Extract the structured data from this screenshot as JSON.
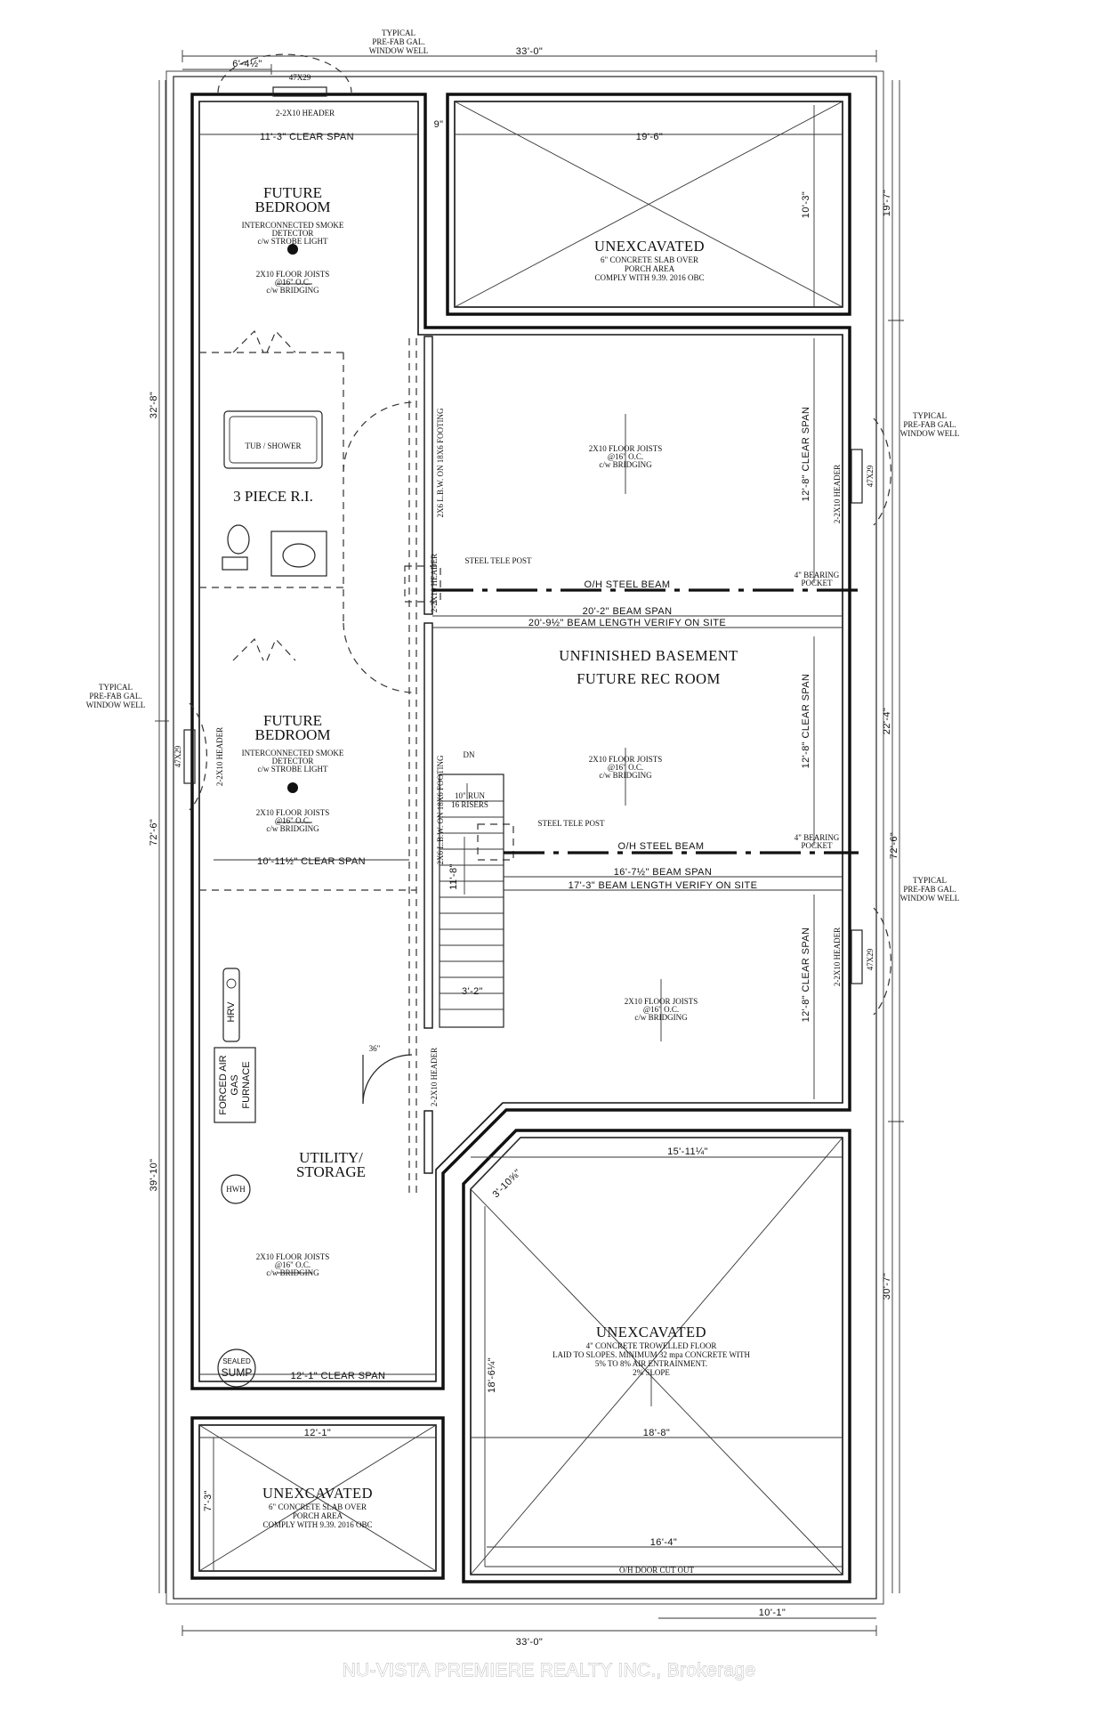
{
  "watermark": "NU-VISTA PREMIERE REALTY INC., Brokerage",
  "window_well": {
    "l1": "TYPICAL",
    "l2": "PRE-FAB GAL.",
    "l3": "WINDOW WELL"
  },
  "window_tag": "47X29",
  "rooms": {
    "bedroom_top": {
      "l1": "FUTURE",
      "l2": "BEDROOM"
    },
    "bedroom_bottom": {
      "l1": "FUTURE",
      "l2": "BEDROOM"
    },
    "bathroom": "3 PIECE R.I.",
    "tub": "TUB / SHOWER",
    "basement": {
      "l1": "UNFINISHED BASEMENT",
      "l2": "FUTURE REC ROOM"
    },
    "utility": {
      "l1": "UTILITY/",
      "l2": "STORAGE"
    },
    "unex_top": {
      "title": "UNEXCAVATED",
      "n1": "6\" CONCRETE SLAB OVER",
      "n2": "PORCH AREA",
      "n3": "COMPLY WITH  9.39. 2016 OBC"
    },
    "unex_bl": {
      "title": "UNEXCAVATED",
      "n1": "6\" CONCRETE SLAB OVER",
      "n2": "PORCH AREA",
      "n3": "COMPLY WITH  9.39. 2016 OBC"
    },
    "unex_br": {
      "title": "UNEXCAVATED",
      "n1": "4\" CONCRETE TROWELLED FLOOR",
      "n2": "LAID TO SLOPES. MINIMUM 32 mpa CONCRETE WITH",
      "n3": "5% TO 8% AIR ENTRAINMENT.",
      "n4": "2% SLOPE"
    }
  },
  "smoke": {
    "l1": "INTERCONNECTED SMOKE",
    "l2": "DETECTOR",
    "l3": "c/w STROBE LIGHT"
  },
  "joists": {
    "l1": "2X10 FLOOR JOISTS",
    "l2": "@16\" O.C.",
    "l3": "c/w BRIDGING"
  },
  "labels": {
    "header": "2-2X10 HEADER",
    "footing": "2X6 L.B.W. ON 18X6 FOOTING",
    "tele_post": "STEEL TELE POST",
    "steel_beam": "O/H STEEL BEAM",
    "bearing1": "4\" BEARING",
    "bearing2": "POCKET",
    "dn": "DN",
    "run1": "10\" RUN",
    "run2": "16 RISERS",
    "hrv": "HRV",
    "furnace1": "FORCED AIR",
    "furnace2": "GAS",
    "furnace3": "FURNACE",
    "hwh": "HWH",
    "sump1": "SEALED",
    "sump2": "SUMP",
    "door_cut": "O/H DOOR CUT OUT",
    "door_36": "36\""
  },
  "dims": {
    "top_overall": "33'-0\"",
    "bottom_overall": "33'-0\"",
    "top_left": "6'-4½\"",
    "d9": "9\"",
    "span_bed_top": "11'-3\"  CLEAR SPAN",
    "span_unex_top": "19'-6\"",
    "unex_top_h": "10'-3\"",
    "left_top": "32'-8\"",
    "left_mid": "72'-6\"",
    "left_bot": "39'-10\"",
    "right_top": "19'-7\"",
    "right_mid": "22'-4\"",
    "right_overall": "72'-6\"",
    "right_bot": "30'-7\"",
    "clear_r1": "12'-8\"  CLEAR SPAN",
    "clear_r2": "12'-8\"  CLEAR SPAN",
    "clear_r3": "12'-8\"  CLEAR SPAN",
    "beam1_span": "20'-2\"  BEAM SPAN",
    "beam1_len": "20'-9½\"  BEAM LENGTH VERIFY ON SITE",
    "beam2_span": "16'-7½\"  BEAM SPAN",
    "beam2_len": "17'-3\"  BEAM LENGTH VERIFY ON SITE",
    "span_bed_bot": "10'-11½\"  CLEAR SPAN",
    "stair_h": "11'-8\"",
    "stair_w": "3'-2\"",
    "span_util": "12'-1\"  CLEAR SPAN",
    "garage_top": "15'-11¼\"",
    "garage_diag": "3'-10⅝\"",
    "garage_h": "18'-6¼\"",
    "porch_w": "12'-1\"",
    "porch_h": "7'-3\"",
    "garage_w": "18'-8\"",
    "garage_in": "16'-4\"",
    "bottom_right": "10'-1\""
  }
}
